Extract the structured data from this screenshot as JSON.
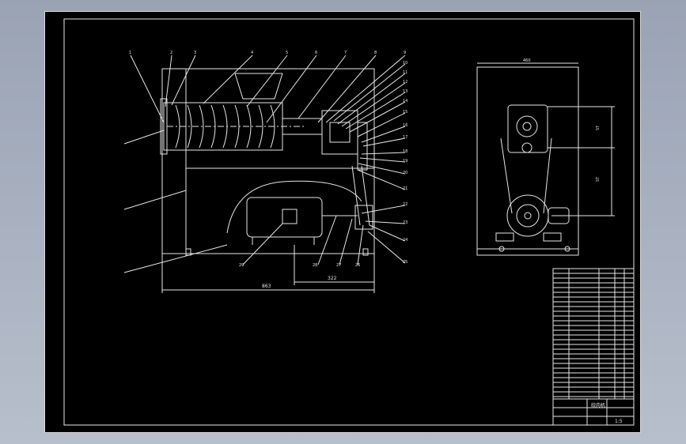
{
  "dimensions": {
    "overall_length": "863",
    "motor_offset": "322",
    "front_width": "460"
  },
  "balloons_top": [
    "1",
    "2",
    "3",
    "4",
    "5",
    "6",
    "7",
    "8",
    "9",
    "10",
    "11",
    "12",
    "13",
    "14",
    "15",
    "16",
    "17",
    "18",
    "19",
    "20",
    "21",
    "22",
    "23"
  ],
  "balloons_bottom": [
    "29",
    "28",
    "27",
    "26",
    "25",
    "24"
  ],
  "title_block": {
    "name": "绞肉机",
    "scale": "1:5"
  }
}
